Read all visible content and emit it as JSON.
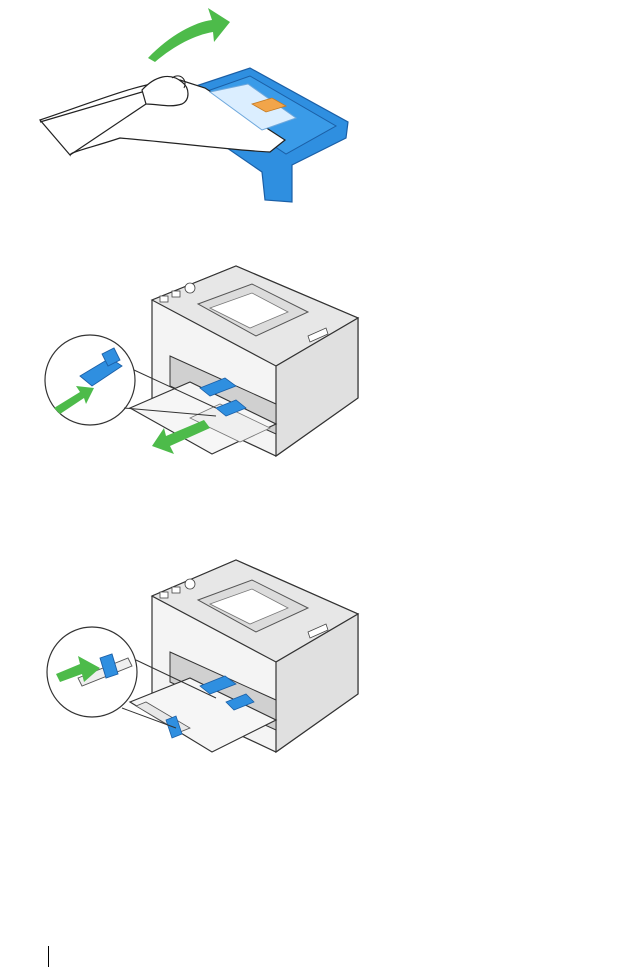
{
  "figures": [
    {
      "id": "remove-sheet-from-cover",
      "icon": "hand-lifting-paper-icon",
      "arrow_color": "#4dbb4a",
      "cover_color": "#2f8fe0"
    },
    {
      "id": "slide-front-guide-out",
      "icon": "printer-front-guide-icon",
      "arrow_color": "#4dbb4a",
      "guide_color": "#2f8fe0"
    },
    {
      "id": "slide-side-guide-out",
      "icon": "printer-side-guide-icon",
      "arrow_color": "#4dbb4a",
      "guide_color": "#2f8fe0"
    }
  ]
}
